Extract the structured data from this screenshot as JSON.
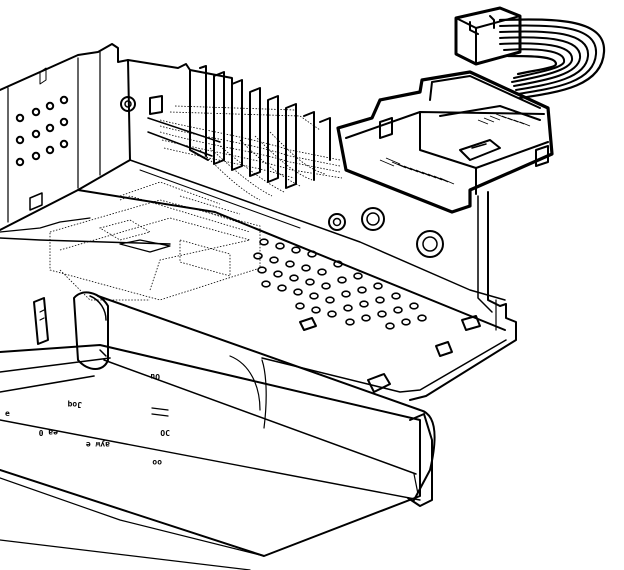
{
  "figure": {
    "panel_labels": [
      {
        "id": "label-1",
        "text": "e"
      },
      {
        "id": "label-2",
        "text": "Joq"
      },
      {
        "id": "label-3",
        "text": "ea 0"
      },
      {
        "id": "label-4",
        "text": "ayw e"
      },
      {
        "id": "label-5",
        "text": "oo"
      },
      {
        "id": "label-6",
        "text": "ƆO"
      },
      {
        "id": "label-7",
        "text": "Ou"
      }
    ]
  }
}
